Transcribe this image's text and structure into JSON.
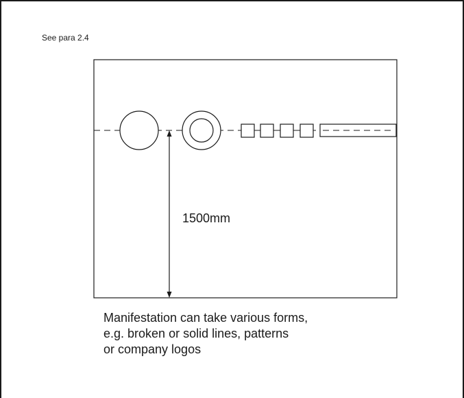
{
  "reference_note": "See para 2.4",
  "dimension_label": "1500mm",
  "caption_lines": [
    "Manifestation can take various forms,",
    "e.g. broken or solid lines, patterns",
    "or company logos"
  ],
  "colors": {
    "stroke": "#1a1a1a",
    "background": "#ffffff"
  }
}
